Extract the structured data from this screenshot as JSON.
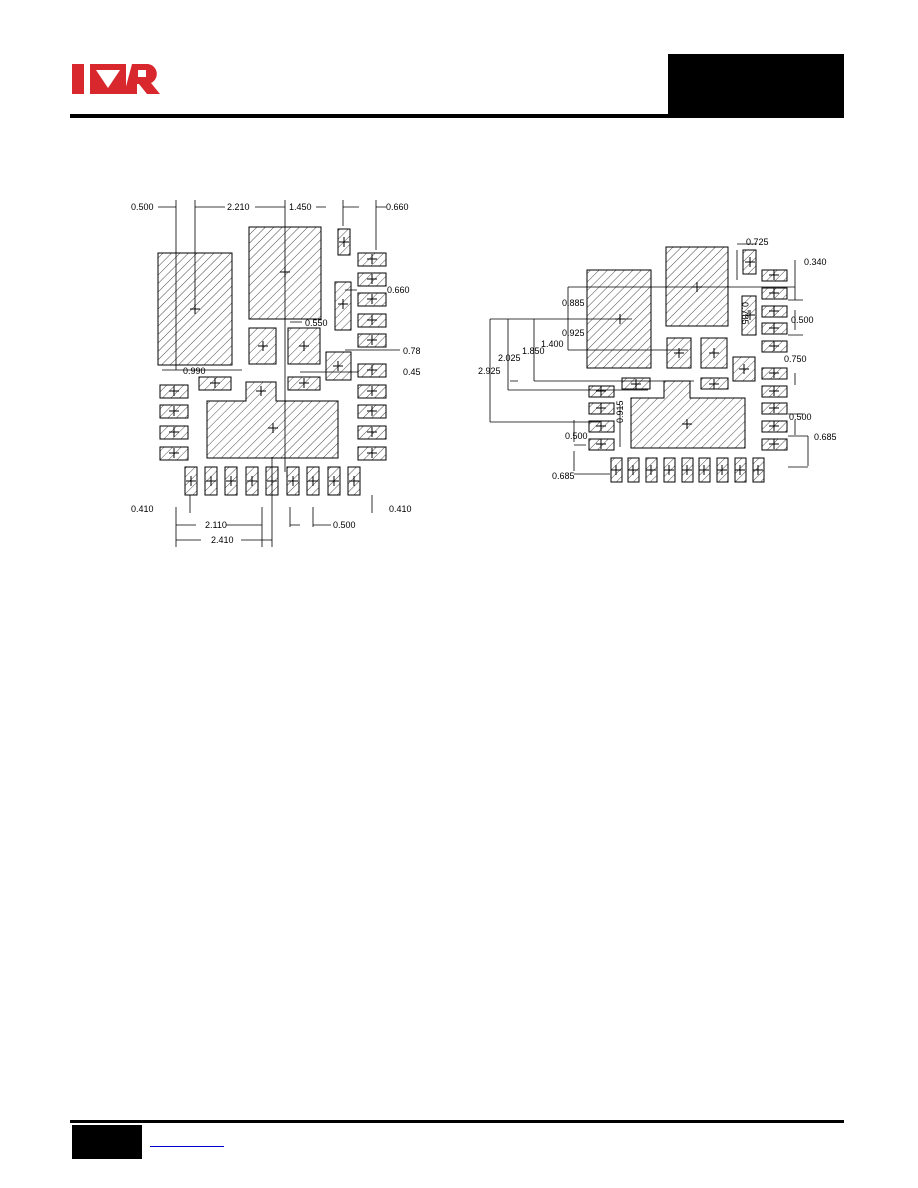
{
  "header": {
    "logo": {
      "text": "IOR",
      "color": "#d9272e",
      "icon": "ir-logo-icon"
    }
  },
  "left_drawing": {
    "dims": {
      "d0500": "0.500",
      "d2210": "2.210",
      "d1450": "1.450",
      "d0660a": "0.660",
      "d0660b": "0.660",
      "d0550": "0.550",
      "d0785": "0.785",
      "d0450": "0.450",
      "d0990": "0.990",
      "d0410a": "0.410",
      "d0410b": "0.410",
      "d2110": "2.110",
      "d0500b": "0.500",
      "d2410": "2.410"
    }
  },
  "right_drawing": {
    "dims": {
      "d0725": "0.725",
      "d0340": "0.340",
      "d0885": "0.885",
      "d0785": "0.785",
      "d0500a": "0.500",
      "d0925": "0.925",
      "d1400": "1.400",
      "d0750": "0.750",
      "d2025": "2.025",
      "d1850": "1.850",
      "d2925": "2.925",
      "d0915": "0.915",
      "d0500b": "0.500",
      "d0500c": "0.500",
      "d0685a": "0.685",
      "d0685b": "0.685"
    }
  }
}
